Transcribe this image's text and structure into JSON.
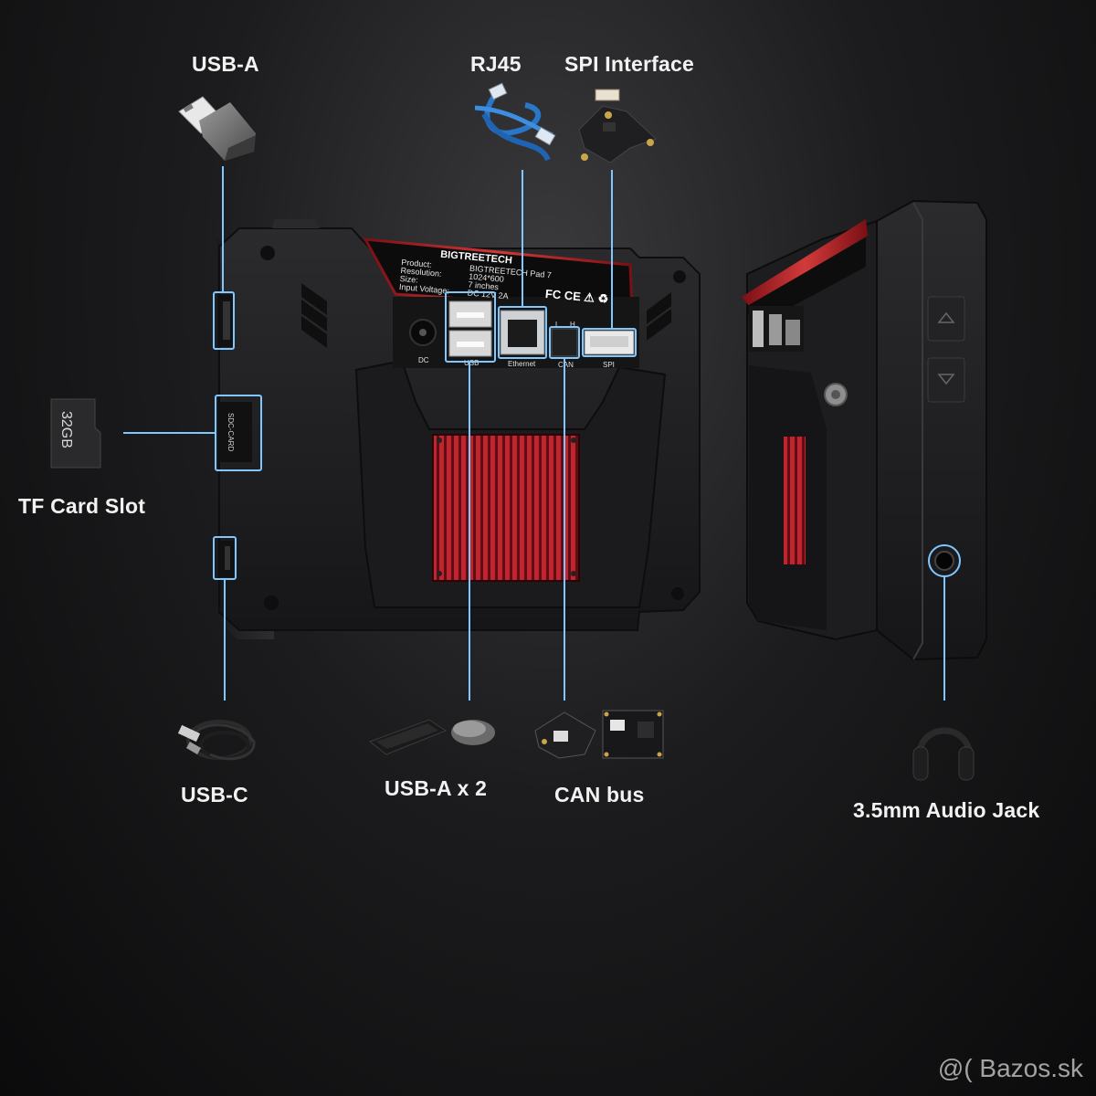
{
  "labels": {
    "usb_a": "USB-A",
    "rj45": "RJ45",
    "spi_interface": "SPI Interface",
    "tf_card_slot": "TF Card Slot",
    "usb_c": "USB-C",
    "usb_a_x2": "USB-A x 2",
    "can_bus": "CAN bus",
    "audio_jack": "3.5mm Audio Jack"
  },
  "device": {
    "brand": "BIGTREETECH",
    "spec_keys": [
      "Product:",
      "Resolution:",
      "Size:",
      "Input Voltage:"
    ],
    "spec_values": [
      "BIGTREETECH Pad 7",
      "1024*600",
      "7 inches",
      "DC 12V 2A"
    ],
    "port_labels": {
      "dc": "DC",
      "usb": "USB",
      "ethernet": "Ethernet",
      "can": "CAN",
      "spi": "SPI",
      "can_l": "L",
      "can_h": "H"
    },
    "tf_slot_text": "SDC-CARD"
  },
  "accessories": {
    "sd_card_capacity": "32GB"
  },
  "watermark": "@( Bazos.sk",
  "colors": {
    "callout": "#7fc8ff",
    "heatsink": "#b0202a",
    "body": "#1e1e20"
  }
}
